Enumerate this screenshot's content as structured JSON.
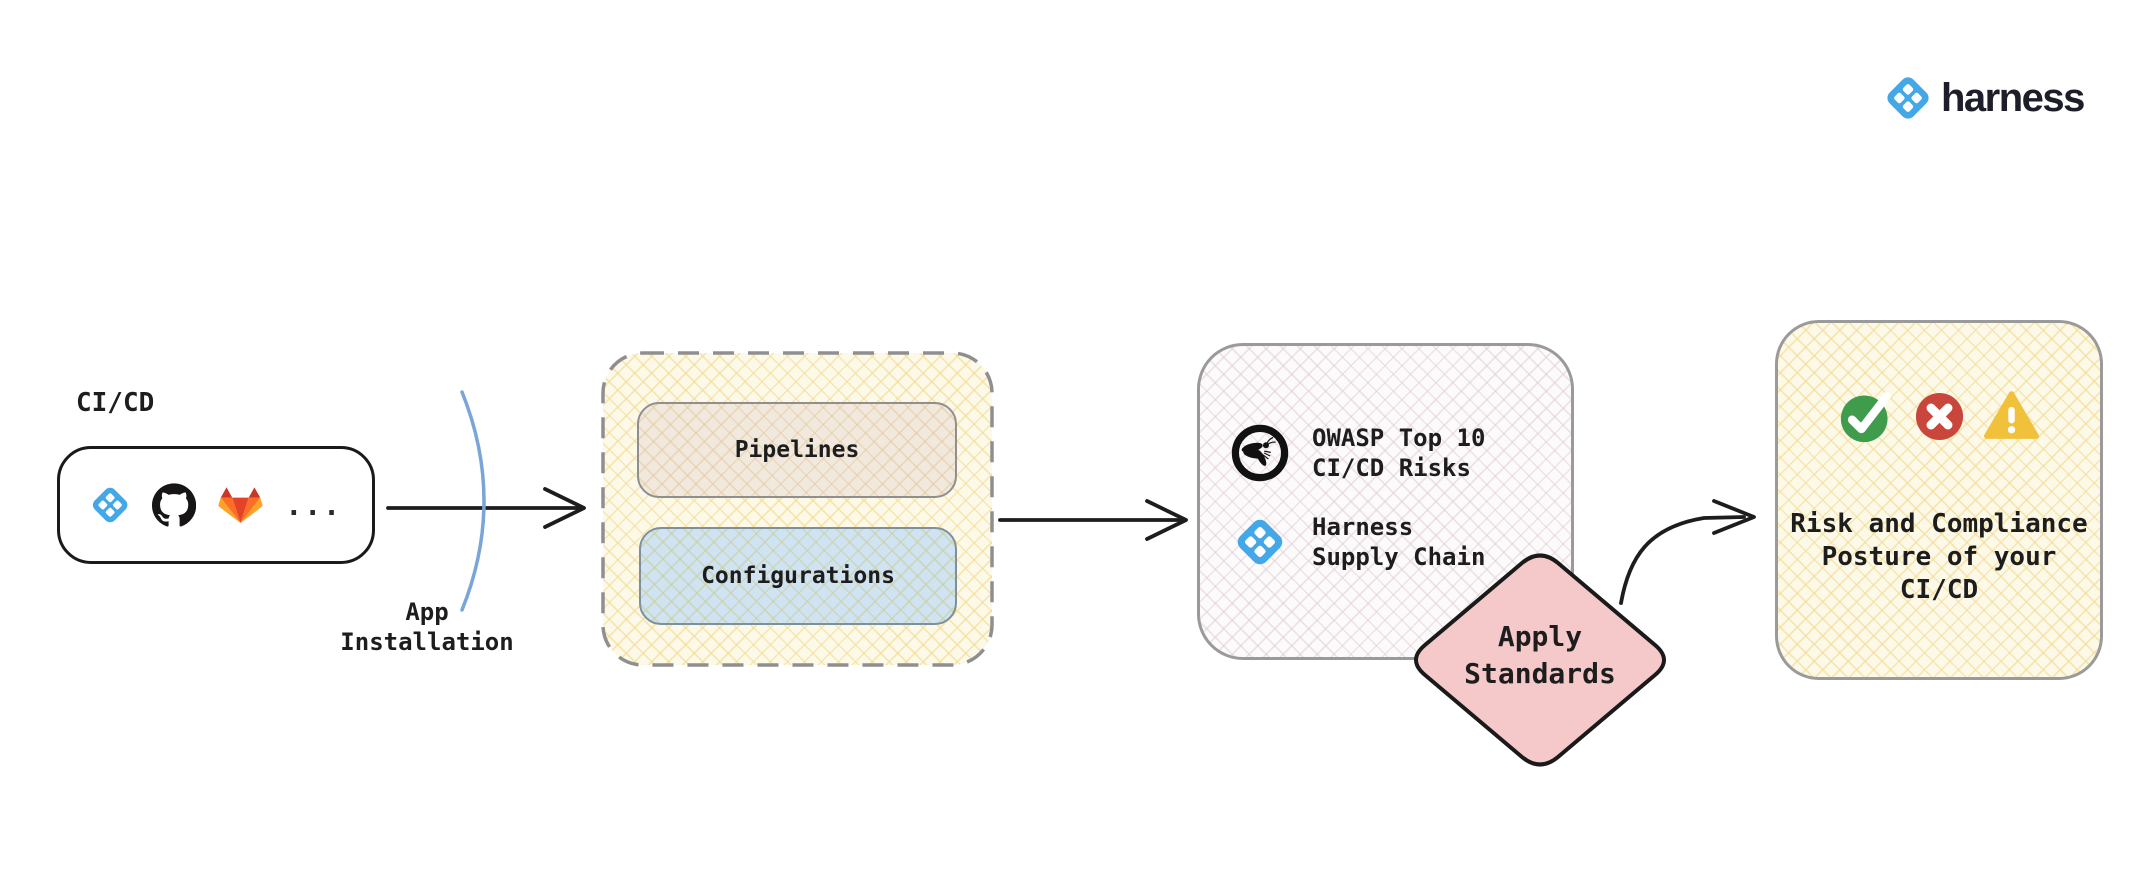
{
  "brand": {
    "name": "harness"
  },
  "cicd_source": {
    "label": "CI/CD",
    "icons": [
      "harness-icon",
      "github-icon",
      "gitlab-icon"
    ],
    "more": "..."
  },
  "arrow1_label": {
    "text": "App\nInstallation"
  },
  "config_group": {
    "pipelines": "Pipelines",
    "configurations": "Configurations"
  },
  "standards_box": {
    "items": [
      {
        "icon": "owasp-icon",
        "label": "OWASP Top 10\nCI/CD Risks"
      },
      {
        "icon": "harness-icon",
        "label": "Harness\nSupply Chain"
      }
    ]
  },
  "apply_node": {
    "label": "Apply\nStandards"
  },
  "outcome_box": {
    "icons": [
      "check-icon",
      "cross-icon",
      "warning-icon"
    ],
    "label": "Risk and Compliance\nPosture of your\nCI/CD"
  },
  "colors": {
    "ink": "#1d1d1d",
    "logo_text": "#1e1e2a",
    "border_gray": "#8f8f8f",
    "harness_blue": "#43a7e8",
    "arc_blue": "#7aa5d8",
    "diamond_pink": "#f5c9c9",
    "group_base": "#fdf9e9",
    "group_lattice": "rgba(242,219,144,0.62)",
    "pipelines_base": "#f1e8de",
    "pipelines_lattice": "rgba(226,200,152,0.5)",
    "configurations_base": "#cfe3f2",
    "configurations_lattice": "rgba(200,206,150,0.55)",
    "standards_base": "#fcfafa",
    "standards_lattice": "rgba(219,199,204,0.45)",
    "outcome_base": "#fdf9e9",
    "outcome_lattice": "rgba(242,219,144,0.62)",
    "success_green": "#3f9c4c",
    "error_red": "#c9463d",
    "warning_yellow": "#f1c13c",
    "gitlab_red": "#e24329",
    "gitlab_dark_red": "#ca3626",
    "gitlab_orange": "#fc6d26",
    "gitlab_yellow": "#fca326",
    "github_black": "#171515"
  }
}
